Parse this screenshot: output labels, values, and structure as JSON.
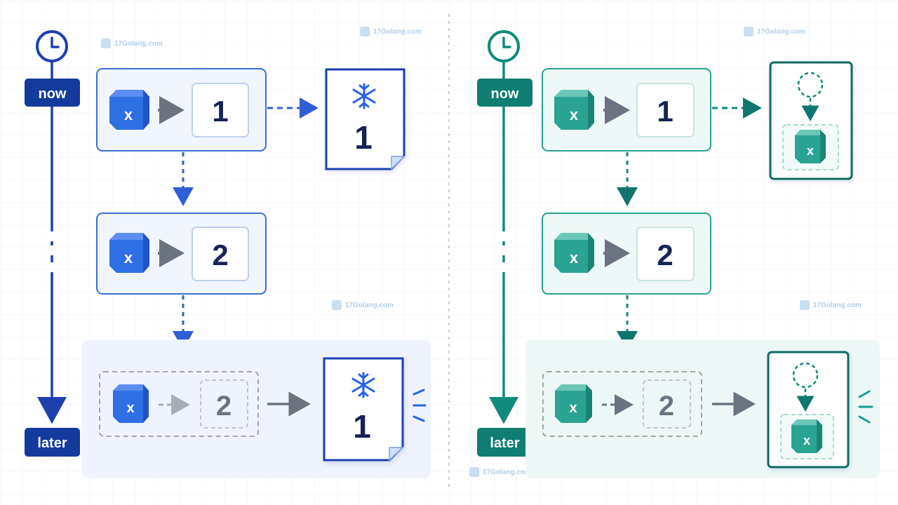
{
  "watermark": {
    "text": "17Golang.com"
  },
  "timeline": {
    "start_label": "now",
    "end_label": "later"
  },
  "left_panel": {
    "accent": "#1e40af",
    "accent_light": "#eef3fd",
    "cube_label": "x",
    "first_value": "1",
    "second_value": "2",
    "snapshot_value": "1",
    "snapshot_icon": "snowflake-icon",
    "later_value": "2",
    "later_snapshot_value": "1"
  },
  "right_panel": {
    "accent": "#0f766e",
    "accent_light": "#edf8f6",
    "cube_label": "x",
    "first_value": "1",
    "second_value": "2",
    "reference_cube_label": "x",
    "reference_icon": "dashed-circle-icon",
    "later_value": "2",
    "later_reference_cube_label": "x"
  },
  "colors": {
    "left_cube": "#2f6fe4",
    "left_cube_top": "#5b8ef0",
    "right_cube": "#2aa393",
    "right_cube_top": "#6cc7b9",
    "neutral_arrow": "#6b7280",
    "dashed_gray": "#a3a3a3"
  }
}
